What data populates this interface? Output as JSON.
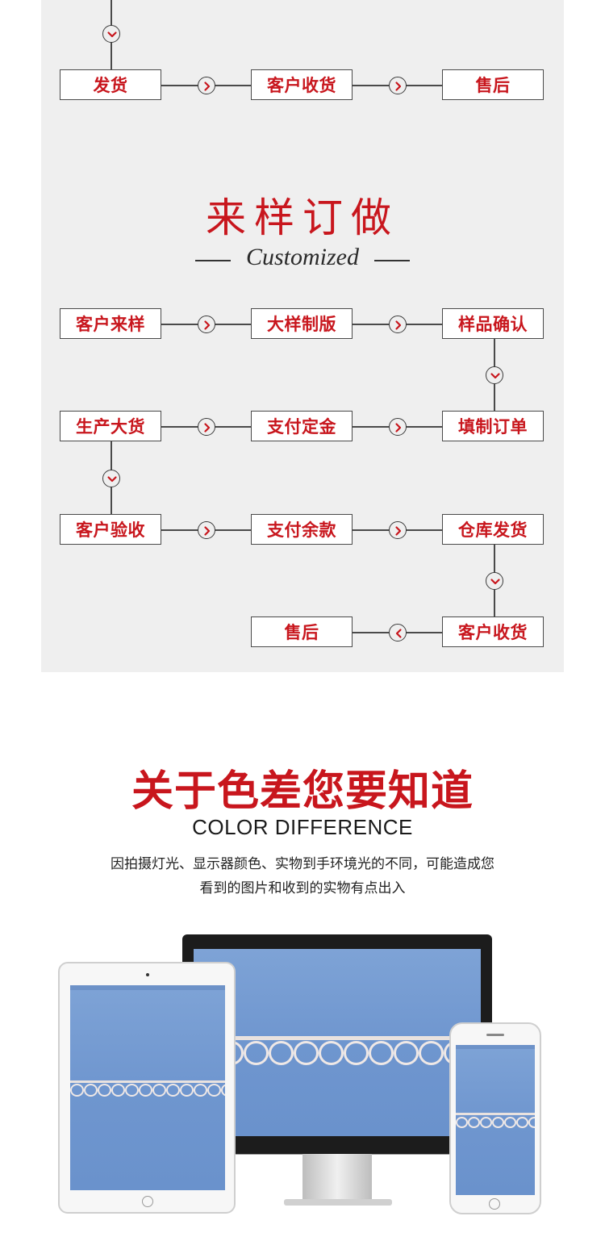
{
  "top_flow": {
    "steps": [
      "发货",
      "客户收货",
      "售后"
    ]
  },
  "custom_section": {
    "title": "来样订做",
    "subtitle": "Customized",
    "steps": {
      "row1": [
        "客户来样",
        "大样制版",
        "样品确认"
      ],
      "row2": [
        "生产大货",
        "支付定金",
        "填制订单"
      ],
      "row3": [
        "客户验收",
        "支付余款",
        "仓库发货"
      ],
      "row4": [
        "售后",
        "客户收货"
      ]
    }
  },
  "color_section": {
    "title": "关于色差您要知道",
    "subtitle": "COLOR DIFFERENCE",
    "desc_line1": "因拍摄灯光、显示器颜色、实物到手环境光的不同，可能造成您",
    "desc_line2": "看到的图片和收到的实物有点出入"
  },
  "colors": {
    "accent_red": "#c8161d",
    "panel_bg": "#efefef",
    "screen_blue": "#7aa0d4"
  },
  "icons": [
    "chevron-right-circle-icon",
    "chevron-down-circle-icon",
    "chevron-left-circle-icon"
  ]
}
